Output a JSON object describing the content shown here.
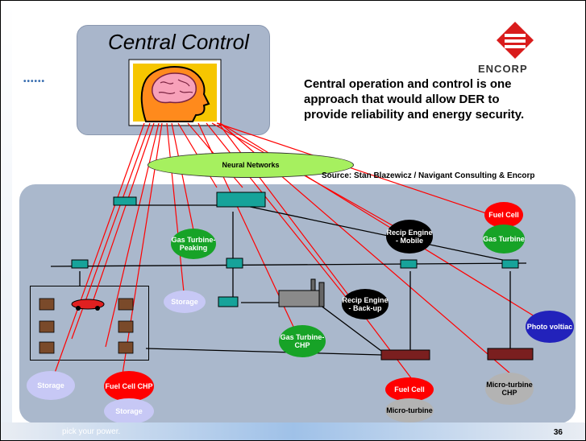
{
  "title": "Central Control",
  "logo_text": "ENCORP",
  "description": "Central operation and control is one approach that would allow DER to provide reliability and energy security.",
  "source": "Source: Stan Blazewicz / Navigant Consulting & Encorp",
  "neural_label": "Neural Networks",
  "page_number": "36",
  "footer_text": "pick your power.",
  "nodes": {
    "gas_turbine_peaking": "Gas Turbine-Peaking",
    "recip_mobile": "Recip Engine - Mobile",
    "fuel_cell_top": "Fuel Cell",
    "gas_turbine_right": "Gas Turbine",
    "storage_mid": "Storage",
    "recip_backup": "Recip Engine - Back-up",
    "gas_turbine_chp": "Gas Turbine-CHP",
    "photovoltaic": "Photo voltiac",
    "storage_left": "Storage",
    "fuel_cell_chp": "Fuel Cell CHP",
    "storage_bottom": "Storage",
    "fuel_cell_bottom": "Fuel Cell",
    "microturbine": "Micro-turbine",
    "microturbine_chp": "Micro-turbine CHP"
  },
  "colors": {
    "green": "#17a327",
    "red": "#ff0000",
    "black": "#000000",
    "gray": "#b3b3b3",
    "lavender": "#c7c8f5",
    "navy": "#2222bb",
    "neural": "#a6f05f",
    "box": "#aab8cc"
  }
}
